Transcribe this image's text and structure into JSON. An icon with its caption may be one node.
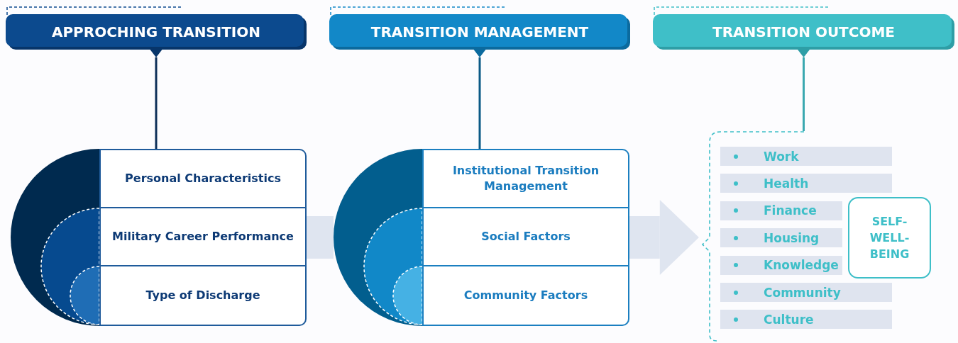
{
  "diagram": {
    "nodes": [
      {
        "text": [
          "APPROCHING TRANSITION"
        ]
      },
      {
        "text": [
          "TRANSITION MANAGEMENT"
        ]
      },
      {
        "text": [
          "TRANSITION OUTCOME"
        ]
      },
      {
        "text": [],
        "shape": "half-circle"
      },
      {
        "text": [
          "Personal Characteristics"
        ]
      },
      {
        "text": [
          "Military Career Performance"
        ]
      },
      {
        "text": [
          "Type of Discharge"
        ]
      },
      {
        "text": [],
        "shape": "half-circle"
      },
      {
        "text": [
          "Institutional Transition Management"
        ]
      },
      {
        "text": [
          "Social Factors"
        ]
      },
      {
        "text": [
          "Community Factors"
        ]
      },
      {
        "text": [],
        "shape": "bracket"
      },
      {
        "text": [
          "Work"
        ],
        "in": 11
      },
      {
        "text": [
          "Health"
        ],
        "in": 11
      },
      {
        "text": [
          "Finance"
        ],
        "in": 11
      },
      {
        "text": [
          "Housing"
        ],
        "in": 11
      },
      {
        "text": [
          "Knowledge"
        ],
        "in": 11
      },
      {
        "text": [
          "Community"
        ],
        "in": 11
      },
      {
        "text": [
          "Culture"
        ],
        "in": 11
      },
      {
        "text": [
          "SELF- WELL- BEING"
        ],
        "in": 11
      }
    ],
    "edges": [
      {
        "from": 0,
        "to": 4,
        "arrow": "none",
        "color": "#0d2f58"
      },
      {
        "from": 1,
        "to": 8,
        "arrow": "none",
        "color": "#0b5a86"
      },
      {
        "from": 2,
        "to": 11,
        "arrow": "none",
        "color": "#3aa8b0"
      },
      {
        "from": 5,
        "to": 7,
        "arrow": "none",
        "style": "thick",
        "color": "#dfe5f0"
      },
      {
        "from": 9,
        "to": 11,
        "arrow": "to",
        "style": "thick",
        "color": "#dfe5f0"
      }
    ]
  }
}
